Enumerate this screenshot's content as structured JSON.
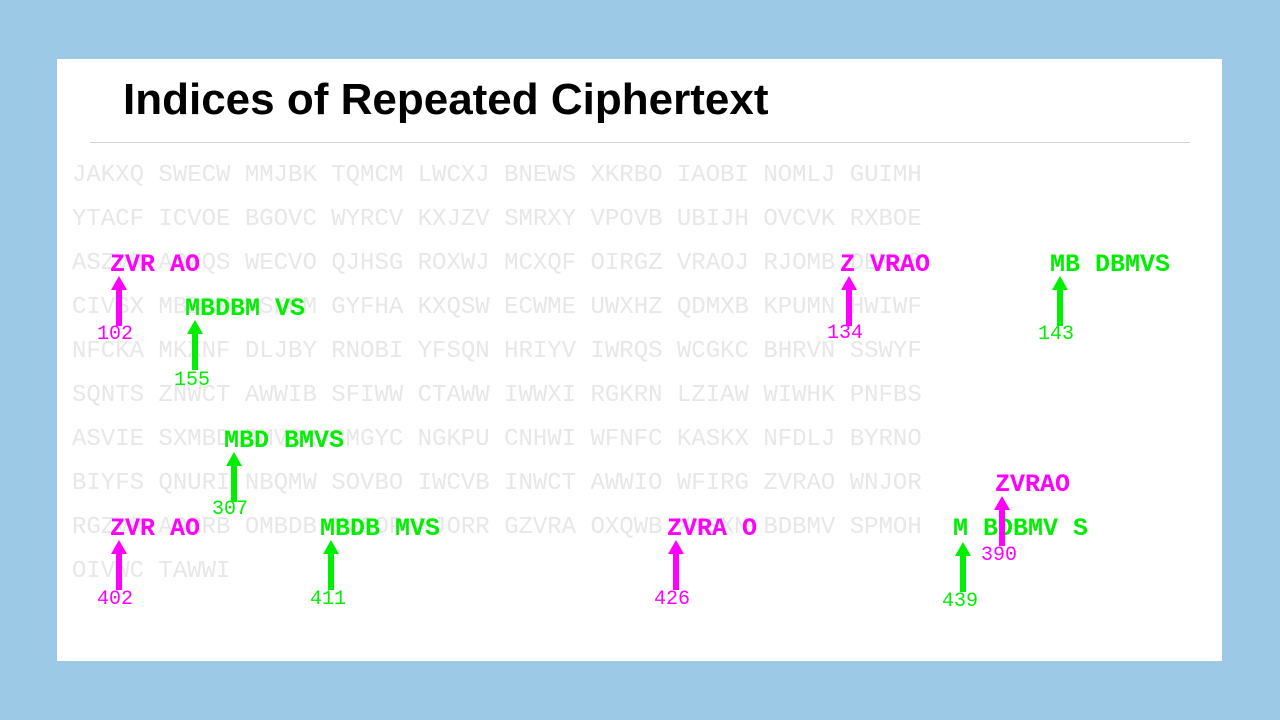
{
  "title": "Indices of Repeated Ciphertext",
  "colors": {
    "background": "#9ccae6",
    "slide": "#ffffff",
    "faded_text": "#e7e7e7",
    "magenta": "#ff00ff",
    "green": "#00ee00"
  },
  "ciphertext_rows": [
    "JAKXQ SWECW MMJBK TQMCM LWCXJ BNEWS XKRBO IAOBI NOMLJ GUIMH",
    "YTACF ICVOE BGOVC WYRCV KXJZV SMRXY VPOVB UBIJH OVCVK RXBOE",
    "ASZVR AOXQS WECVO QJHSG ROXWJ MCXQF OIRGZ VRAOJ RJOMB DBMVS",
    "CIVSX MBDBM VSKRM GYFHA KXQSW ECWME UWXHZ QDMXB KPUMN HWIWF",
    "NFCKA MKXNF DLJBY RNOBI YFSQN HRIYV IWRQS WCGKC BHRVN SSWYF",
    "SQNTS ZNWCT AWWIB SFIWW CTAWW IWWXI RGKRN LZIAW WIWHK PNFBS",
    "ASVIE SXMBD BMVSK RMGYC NGKPU CNHWI WFNFC KASKX NFDLJ BYRNO",
    "BIYFS QNURI NBQMW SOVBO IWCVB INWCT AWWIO WFIRG ZVRAO WNJOR",
    "RGZVR AORRB OMBDB MVSOP NJORR GZVRA OXQWB XNSXM BDBMV SPMOH",
    "OIVWC TAWWI"
  ],
  "highlights": [
    {
      "text": "ZVR AO",
      "color": "magenta"
    },
    {
      "text": "MBDBM VS",
      "color": "green"
    },
    {
      "text": "Z VRAO",
      "color": "magenta"
    },
    {
      "text": "MB DBMVS",
      "color": "green"
    },
    {
      "text": "MBD BMVS",
      "color": "green"
    },
    {
      "text": "ZVRAO",
      "color": "magenta"
    },
    {
      "text": "ZVR AO",
      "color": "magenta"
    },
    {
      "text": "MBDB MVS",
      "color": "green"
    },
    {
      "text": "ZVRA O",
      "color": "magenta"
    },
    {
      "text": "M BDBMV S",
      "color": "green"
    }
  ],
  "indices": [
    {
      "value": "102",
      "color": "magenta"
    },
    {
      "value": "155",
      "color": "green"
    },
    {
      "value": "134",
      "color": "magenta"
    },
    {
      "value": "143",
      "color": "green"
    },
    {
      "value": "307",
      "color": "green"
    },
    {
      "value": "390",
      "color": "magenta"
    },
    {
      "value": "402",
      "color": "magenta"
    },
    {
      "value": "411",
      "color": "green"
    },
    {
      "value": "426",
      "color": "magenta"
    },
    {
      "value": "439",
      "color": "green"
    }
  ]
}
